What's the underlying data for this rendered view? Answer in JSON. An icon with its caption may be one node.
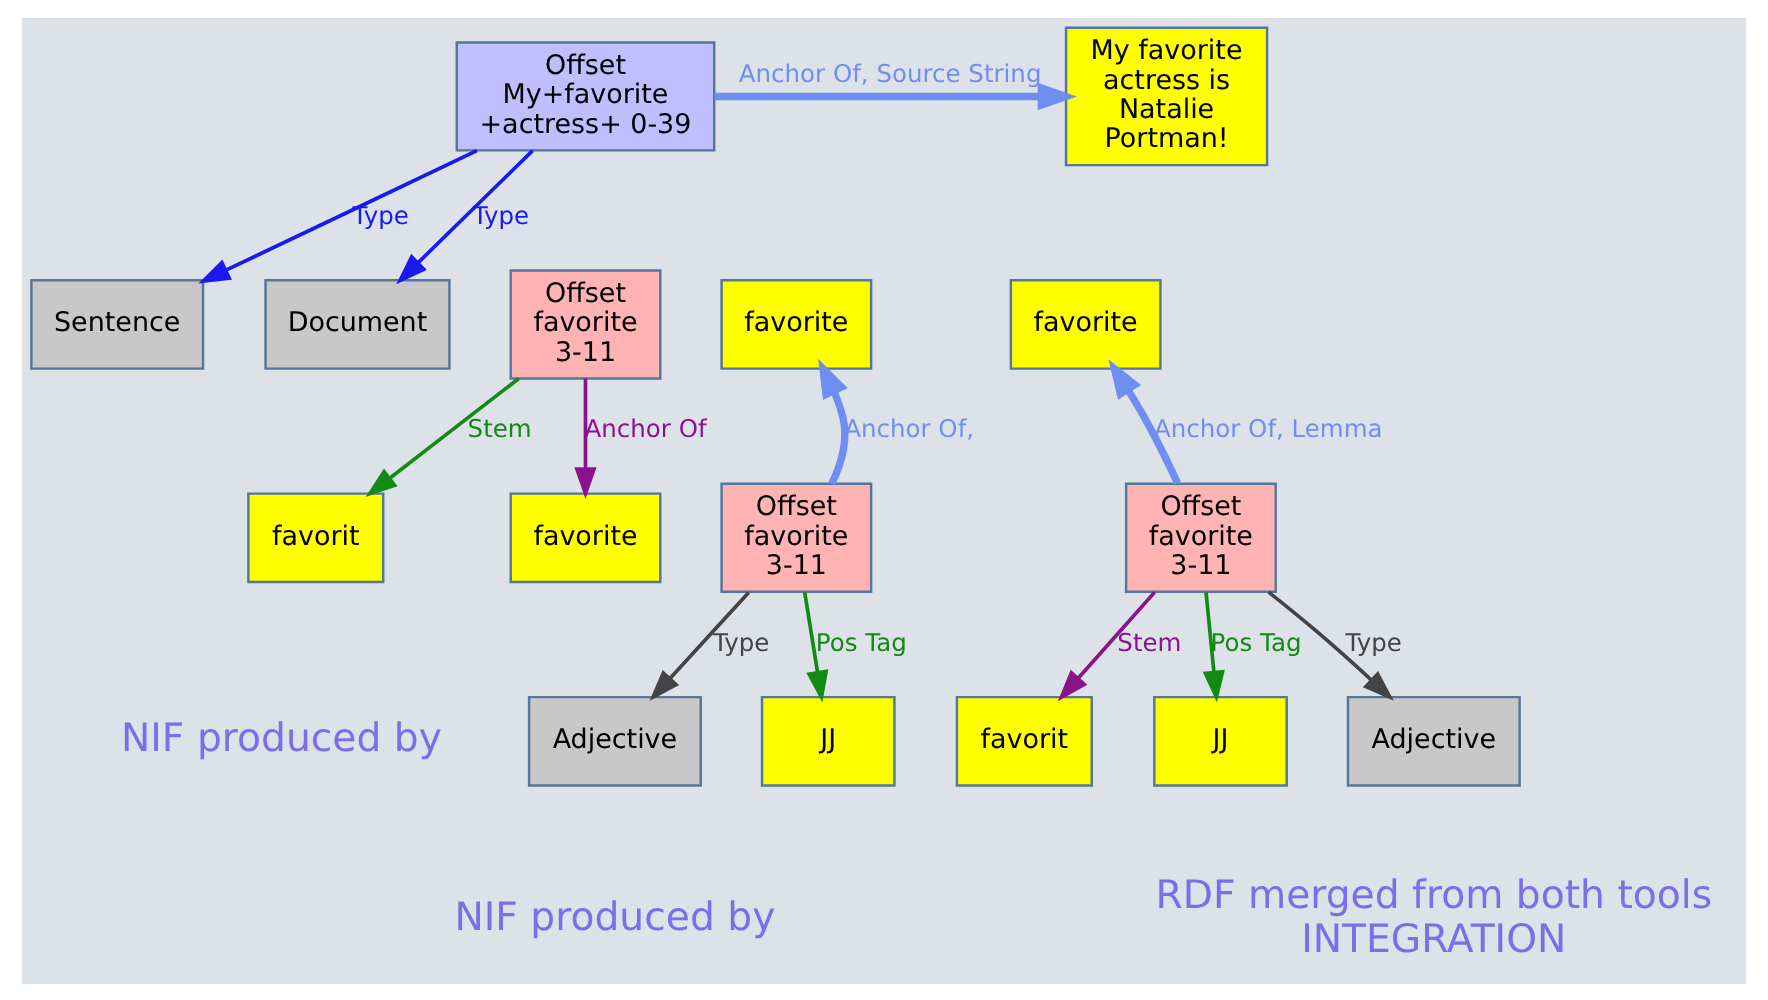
{
  "diagram": {
    "nodes": [
      {
        "text": [
          "Offset  My+favorite +actress+ 0-39"
        ]
      },
      {
        "text": [
          "Sentence"
        ]
      },
      {
        "text": [
          "Document"
        ]
      },
      {
        "text": [
          "My favorite actress is Natalie Portman!"
        ]
      },
      {
        "text": [
          "Offset favorite 3-11"
        ]
      },
      {
        "text": [
          "favorit"
        ]
      },
      {
        "text": [
          "favorite"
        ]
      },
      {
        "text": [
          "favorite"
        ]
      },
      {
        "text": [
          "Offset favorite 3-11"
        ]
      },
      {
        "text": [
          "Adjective"
        ]
      },
      {
        "text": [
          "JJ"
        ]
      },
      {
        "text": [
          "favorite"
        ]
      },
      {
        "text": [
          "Offset favorite 3-11"
        ]
      },
      {
        "text": [
          "favorit"
        ]
      },
      {
        "text": [
          "JJ"
        ]
      },
      {
        "text": [
          "Adjective"
        ]
      }
    ],
    "edges": [
      {
        "from": 0,
        "to": 1,
        "arrow": "to",
        "label": "Type",
        "color": "#1a1aee"
      },
      {
        "from": 0,
        "to": 2,
        "arrow": "to",
        "label": "Type",
        "color": "#1a1aee"
      },
      {
        "from": 0,
        "to": 3,
        "arrow": "to",
        "label": "Anchor Of, Source String",
        "style": "thick",
        "color": "#6f8ff0"
      },
      {
        "from": 4,
        "to": 5,
        "arrow": "to",
        "label": "Stem",
        "color": "#138a13"
      },
      {
        "from": 4,
        "to": 6,
        "arrow": "to",
        "label": "Anchor Of",
        "color": "#8a128a"
      },
      {
        "from": 8,
        "to": 7,
        "arrow": "to",
        "label": "Anchor Of,",
        "style": "thick",
        "color": "#6f8ff0"
      },
      {
        "from": 8,
        "to": 9,
        "arrow": "to",
        "label": "Type",
        "color": "#444444"
      },
      {
        "from": 8,
        "to": 10,
        "arrow": "to",
        "label": "Pos Tag",
        "color": "#138a13"
      },
      {
        "from": 12,
        "to": 11,
        "arrow": "to",
        "label": "Anchor Of, Lemma",
        "style": "thick",
        "color": "#6f8ff0"
      },
      {
        "from": 12,
        "to": 13,
        "arrow": "to",
        "label": "Stem",
        "color": "#8a128a"
      },
      {
        "from": 12,
        "to": 14,
        "arrow": "to",
        "label": "Pos Tag",
        "color": "#138a13"
      },
      {
        "from": 12,
        "to": 15,
        "arrow": "to",
        "label": "Type",
        "color": "#444444"
      }
    ],
    "labels": [
      "NIF produced by",
      "NIF produced by",
      "RDF merged from both tools INTEGRATION"
    ]
  }
}
